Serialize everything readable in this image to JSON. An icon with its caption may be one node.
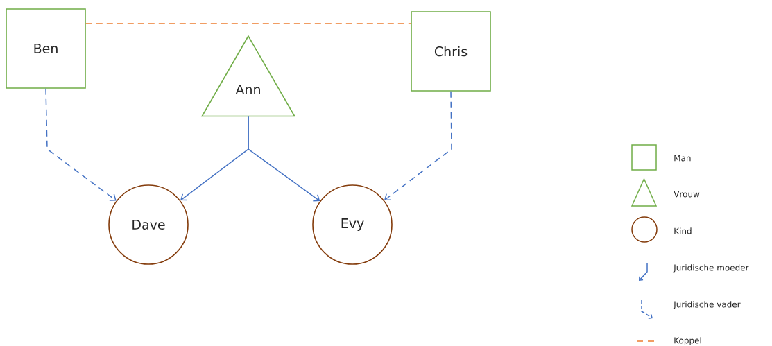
{
  "diagram": {
    "nodes": [
      {
        "text": [
          "Ben"
        ]
      },
      {
        "text": [
          "Chris"
        ]
      },
      {
        "text": [
          "Ann"
        ]
      },
      {
        "text": [
          "Dave"
        ]
      },
      {
        "text": [
          "Evy"
        ]
      }
    ],
    "edges": [
      {
        "from": 0,
        "to": 1,
        "arrow": "none",
        "style": "dashed",
        "color": "#ed7d31"
      },
      {
        "from": 0,
        "to": 3,
        "arrow": "to",
        "style": "dashed"
      },
      {
        "from": 2,
        "to": 3,
        "arrow": "to"
      },
      {
        "from": 2,
        "to": 4,
        "arrow": "to"
      },
      {
        "from": 1,
        "to": 4,
        "arrow": "to",
        "style": "dashed"
      }
    ],
    "legend": [
      {
        "text": "Man"
      },
      {
        "text": "Vrouw"
      },
      {
        "text": "Kind"
      },
      {
        "text": "Juridische moeder"
      },
      {
        "text": "Juridische vader"
      },
      {
        "text": "Koppel"
      }
    ]
  }
}
